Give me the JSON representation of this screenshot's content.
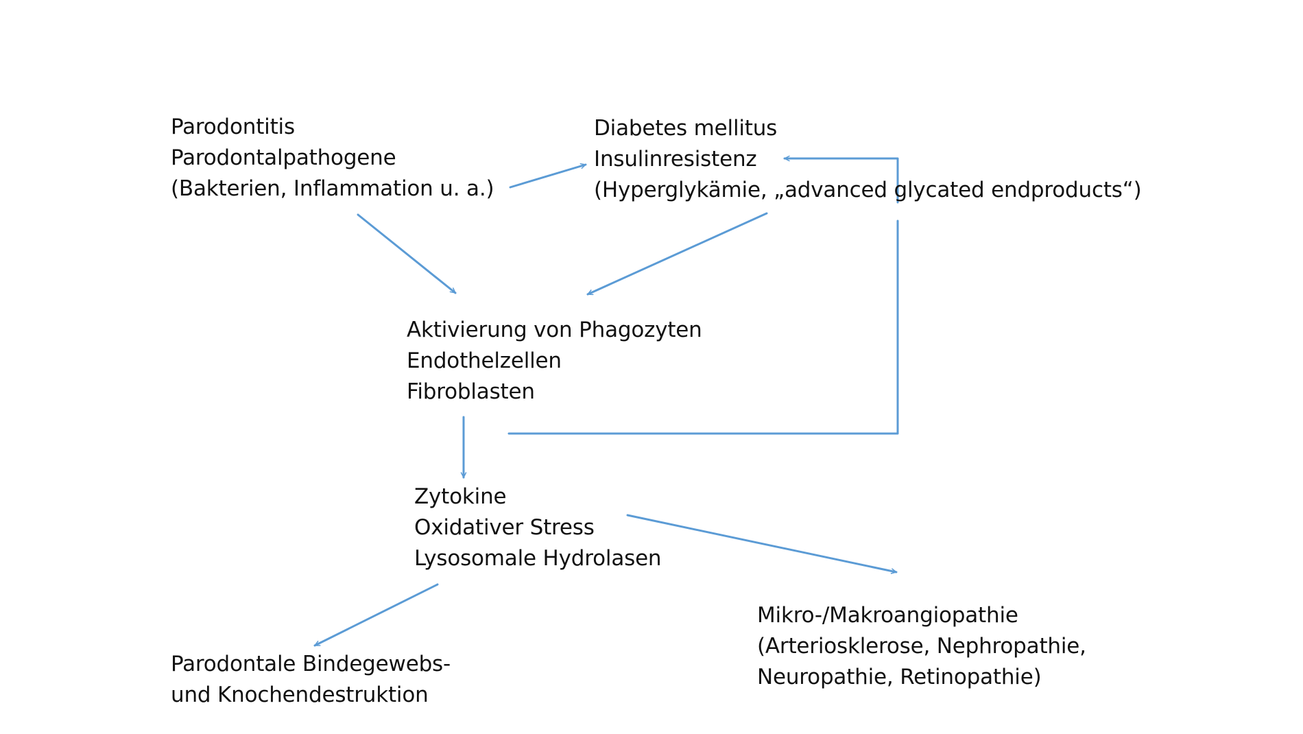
{
  "colors": {
    "arrow": "#5b9bd5",
    "text": "#111111",
    "background": "#ffffff"
  },
  "nodes": {
    "parodontitis": {
      "lines": [
        "Parodontitis",
        "Parodontalpathogene",
        "(Bakterien, Inflammation u. a.)"
      ]
    },
    "diabetes": {
      "lines": [
        "Diabetes mellitus",
        "Insulinresistenz",
        "(Hyperglykämie, „advanced glycated endproducts“)"
      ]
    },
    "aktivierung": {
      "lines": [
        "Aktivierung von Phagozyten",
        "Endothelzellen",
        "Fibroblasten"
      ]
    },
    "zytokine": {
      "lines": [
        "Zytokine",
        "Oxidativer Stress",
        "Lysosomale Hydrolasen"
      ]
    },
    "angiopathie": {
      "lines": [
        "Mikro-/Makroangiopathie",
        "(Arteriosklerose, Nephropathie,",
        "Neuropathie, Retinopathie)"
      ]
    },
    "destruktion": {
      "lines": [
        "Parodontale Bindegewebs-",
        "und Knochendestruktion"
      ]
    }
  },
  "edges": [
    {
      "from": "parodontitis",
      "to": "diabetes"
    },
    {
      "from": "parodontitis",
      "to": "aktivierung"
    },
    {
      "from": "diabetes",
      "to": "aktivierung"
    },
    {
      "from": "aktivierung",
      "to": "diabetes"
    },
    {
      "from": "aktivierung",
      "to": "zytokine"
    },
    {
      "from": "zytokine",
      "to": "angiopathie"
    },
    {
      "from": "zytokine",
      "to": "destruktion"
    }
  ]
}
